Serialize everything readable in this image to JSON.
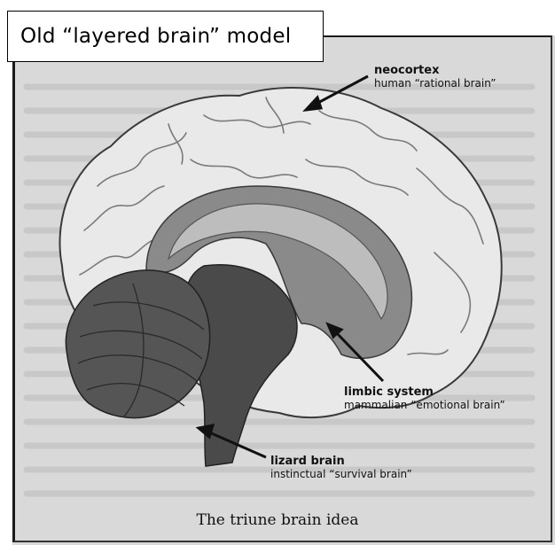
{
  "title": "Old “layered brain” model",
  "labels": {
    "neocortex": {
      "head": "neocortex",
      "sub": "human “rational brain”"
    },
    "limbic": {
      "head": "limbic system",
      "sub": "mammalian “emotional brain”"
    },
    "lizard": {
      "head": "lizard brain",
      "sub": "instinctual “survival brain”"
    }
  },
  "caption": "The triune brain idea",
  "colors": {
    "neocortex": "#e9e9e9",
    "limbic": "#8a8a8a",
    "brainstem": "#4a4a4a",
    "background": "#d9d9d9"
  }
}
